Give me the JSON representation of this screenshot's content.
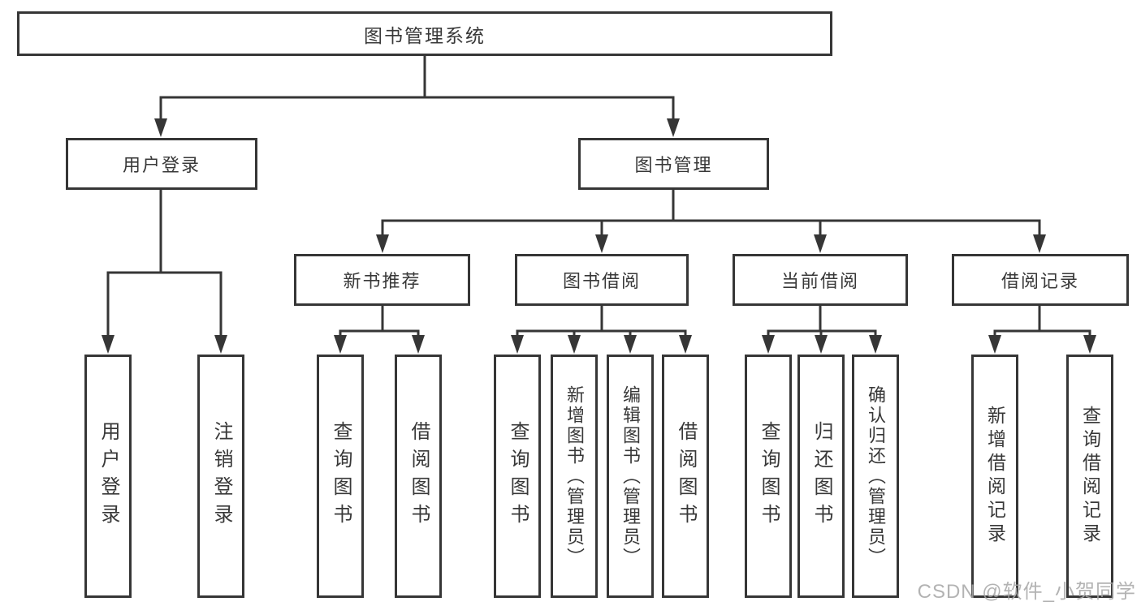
{
  "tree": {
    "root": "图书管理系统",
    "branches": [
      {
        "label": "用户登录",
        "children": [
          {
            "label": "用户登录"
          },
          {
            "label": "注销登录"
          }
        ]
      },
      {
        "label": "图书管理",
        "children": [
          {
            "label": "新书推荐",
            "children": [
              {
                "label": "查询图书"
              },
              {
                "label": "借阅图书"
              }
            ]
          },
          {
            "label": "图书借阅",
            "children": [
              {
                "label": "查询图书"
              },
              {
                "label": "新增图书（管理员）"
              },
              {
                "label": "编辑图书（管理员）"
              },
              {
                "label": "借阅图书"
              }
            ]
          },
          {
            "label": "当前借阅",
            "children": [
              {
                "label": "查询图书"
              },
              {
                "label": "归还图书"
              },
              {
                "label": "确认归还（管理员）"
              }
            ]
          },
          {
            "label": "借阅记录",
            "children": [
              {
                "label": "新增借阅记录"
              },
              {
                "label": "查询借阅记录"
              }
            ]
          }
        ]
      }
    ]
  },
  "watermark": "CSDN @软件_小贺同学",
  "colors": {
    "line": "#363636",
    "box_border": "#363636",
    "text": "#383838",
    "watermark": "#a6a6a6",
    "background": "#ffffff"
  }
}
